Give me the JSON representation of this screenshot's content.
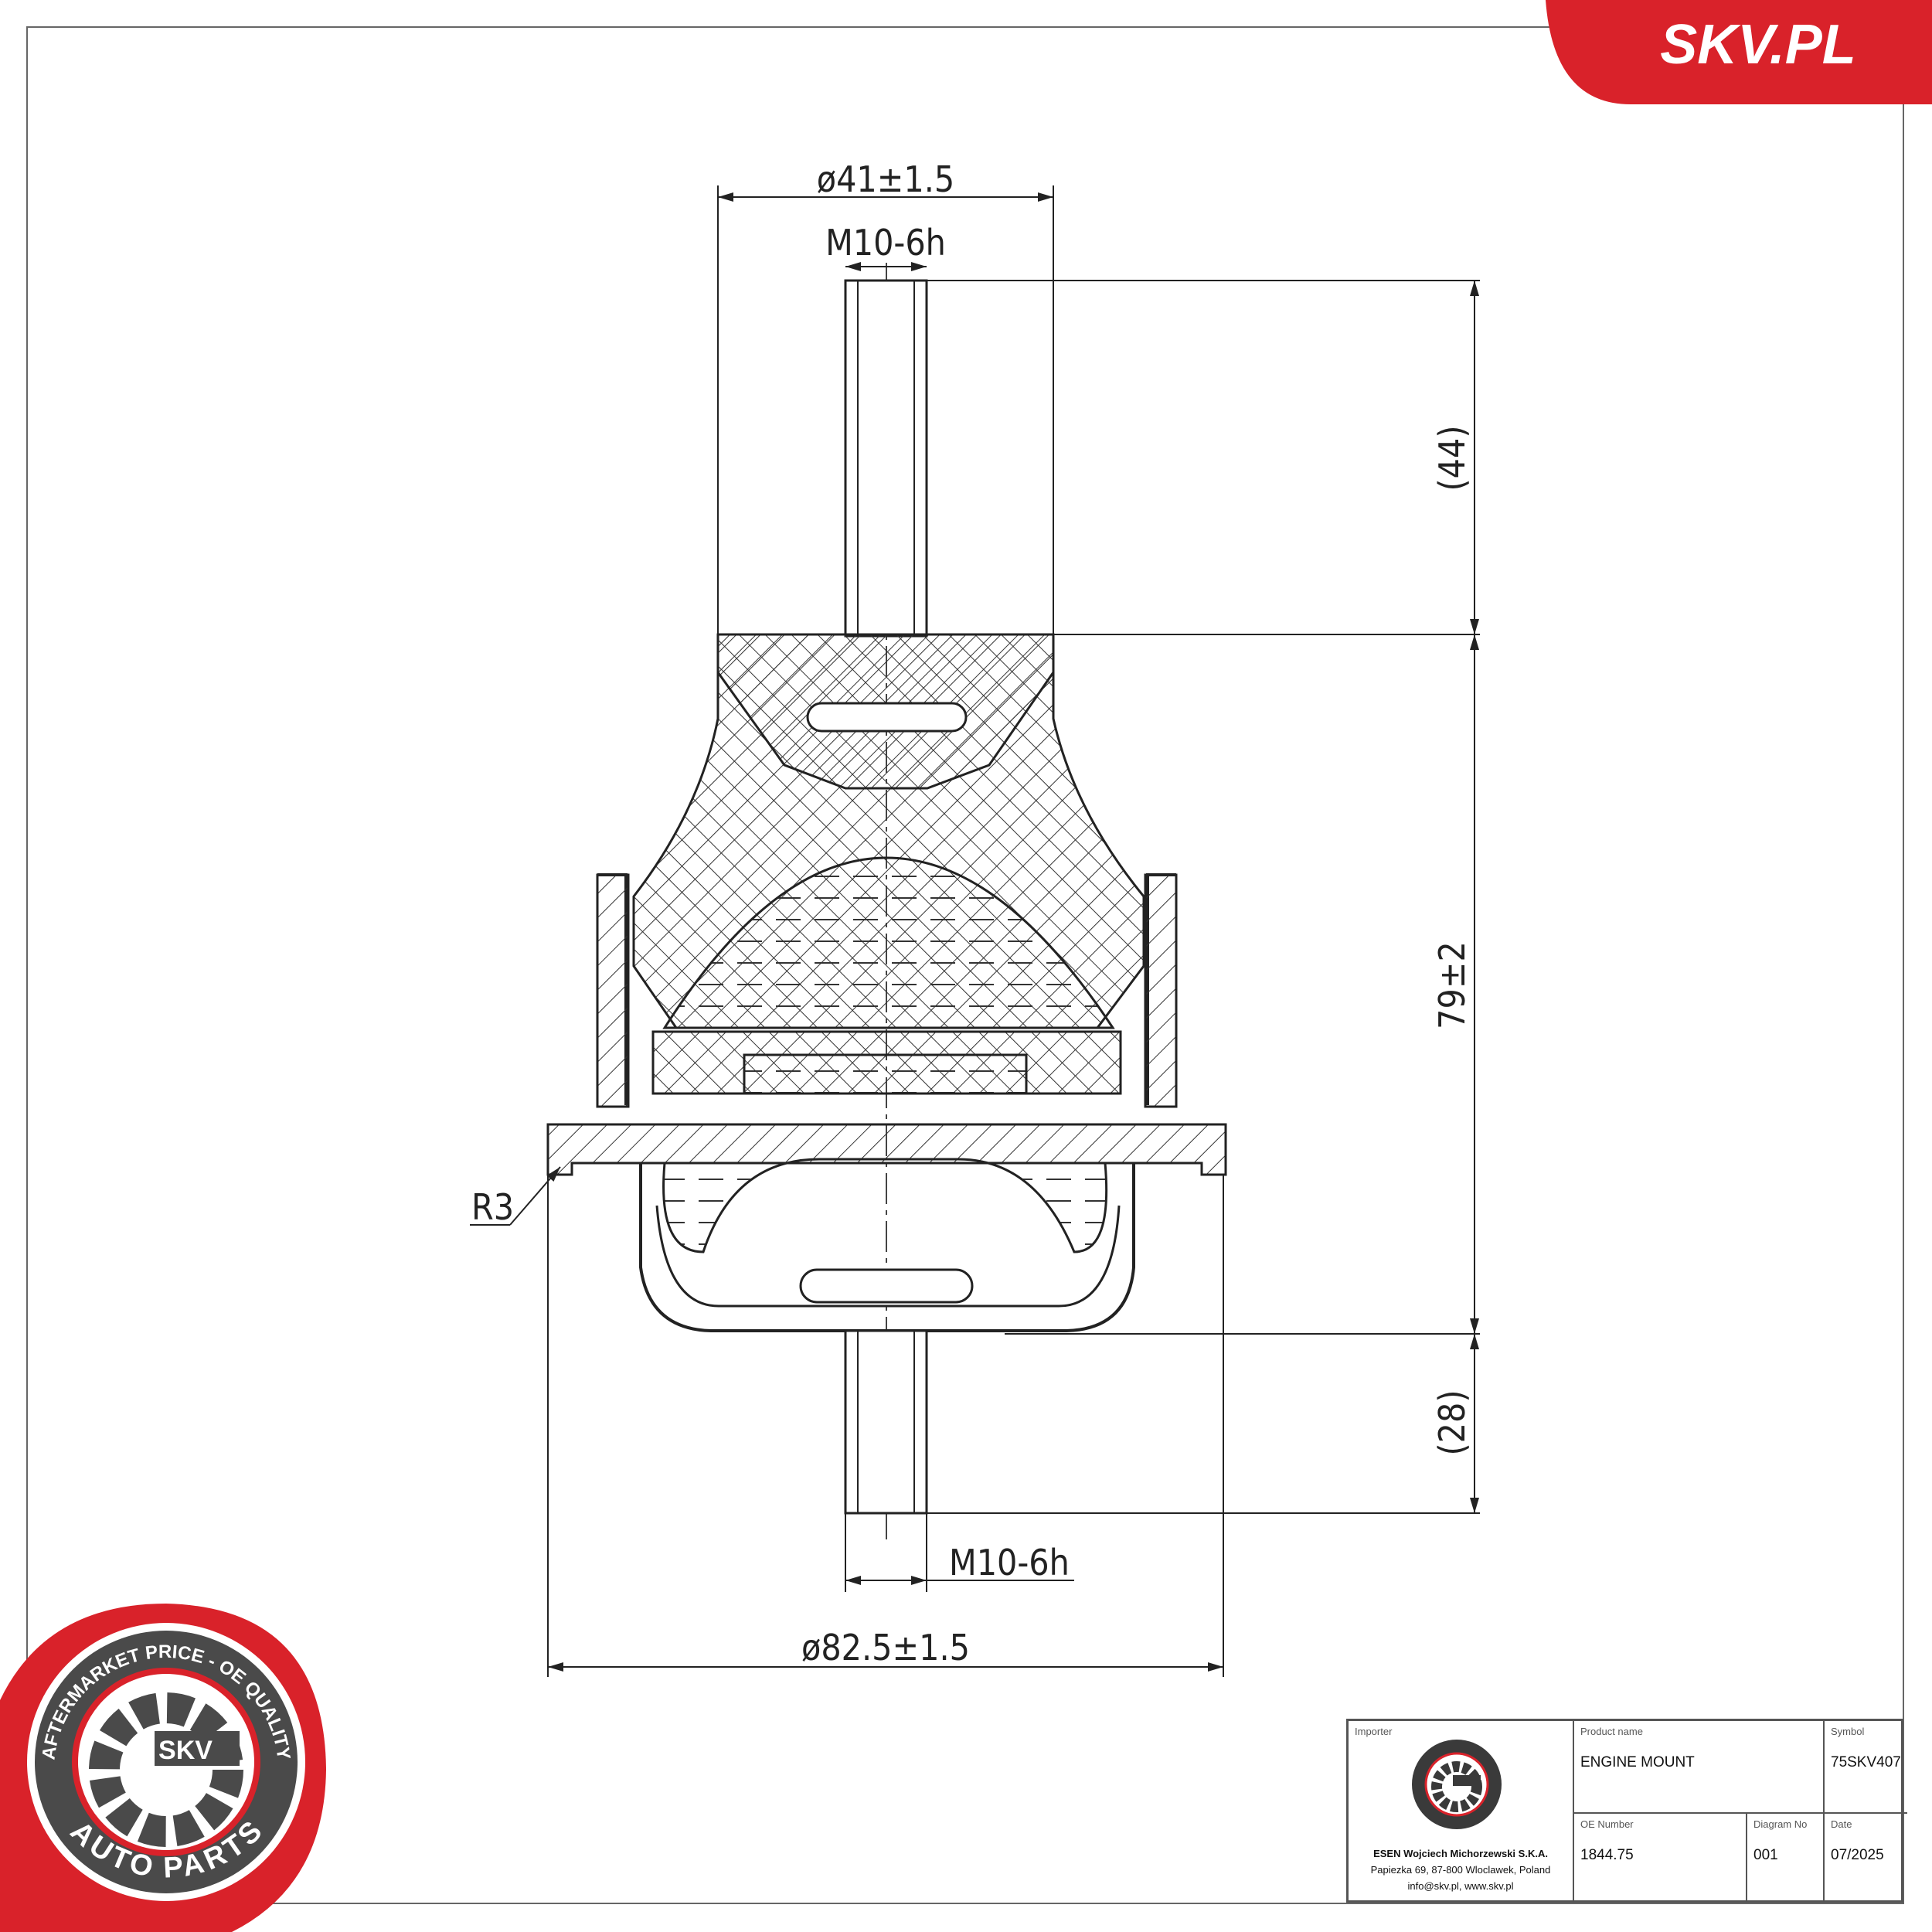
{
  "brand": {
    "banner_text": "SKV.PL",
    "color": "#d9222a"
  },
  "stamp": {
    "ring_text_top": "AFTERMARKET PRICE - OE QUALITY",
    "ring_text_bottom": "AUTO PARTS",
    "center_text": "SKV"
  },
  "dimensions": {
    "top_diameter": "ø41±1.5",
    "top_thread": "M10-6h",
    "top_stud_length": "(44)",
    "body_height": "79±2",
    "bottom_stud_length": "(28)",
    "bottom_thread": "M10-6h",
    "base_diameter": "ø82.5±1.5",
    "radius": "R3"
  },
  "title_block": {
    "importer_label": "Importer",
    "importer_name": "ESEN Wojciech Michorzewski S.K.A.",
    "importer_address": "Papiezka 69, 87-800 Wloclawek, Poland",
    "importer_contact": "info@skv.pl, www.skv.pl",
    "product_name_label": "Product name",
    "product_name": "ENGINE MOUNT",
    "symbol_label": "Symbol",
    "symbol": "75SKV407",
    "oe_number_label": "OE Number",
    "oe_number": "1844.75",
    "diagram_no_label": "Diagram No",
    "diagram_no": "001",
    "date_label": "Date",
    "date": "07/2025"
  }
}
